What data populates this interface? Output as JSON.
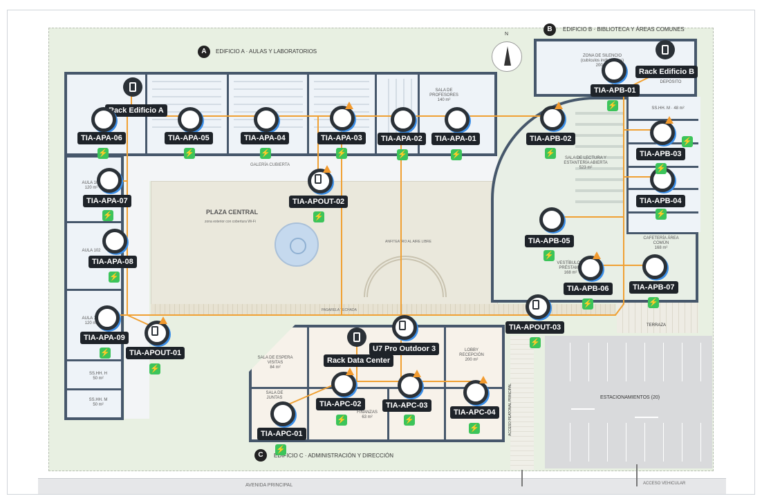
{
  "buildings": {
    "a": {
      "letter": "A",
      "title": "EDIFICIO A · AULAS Y LABORATORIOS"
    },
    "b": {
      "letter": "B",
      "title": "EDIFICIO B · BIBLIOTECA Y ÁREAS COMUNES"
    },
    "c": {
      "letter": "C",
      "title": "EDIFICIO C · ADMINISTRACIÓN Y DIRECCIÓN"
    }
  },
  "compass": "N",
  "rooms": {
    "sala_profesores": "SALA DE PROFESORES",
    "sala_profesores_area": "140 m²",
    "galeria": "GALERÍA CUBIERTA",
    "plaza": "PLAZA CENTRAL",
    "plaza_sub": "zona exterior con cobertura Wi-Fi",
    "anfiteatro": "ANFITEATRO AL AIRE LIBRE",
    "pasarela": "PASARELA TECHADA",
    "zona_silencio": "ZONA DE SILENCIO (cubículos individuales)",
    "zona_silencio_area": "200 m²",
    "deposito": "DEPÓSITO",
    "sala_lectura": "SALA DE LECTURA Y ESTANTERÍA ABIERTA",
    "sala_lectura_area": "523 m²",
    "cafeteria": "CAFETERÍA ÁREA COMÚN",
    "cafeteria_area": "168 m²",
    "vestibulo": "VESTÍBULO Y PRÉSTAMO",
    "vestibulo_area": "168 m²",
    "terraza": "TERRAZA",
    "sshh_m_b": "SS.HH. M · 48 m²",
    "aula101": "AULA 101",
    "aula101_area": "120 m²",
    "aula102": "AULA 102",
    "aula103": "AULA 103",
    "aula103_area": "120 m²",
    "sshh_h": "SS.HH. H",
    "sshh_h_area": "50 m²",
    "sshh_m": "SS.HH. M",
    "sshh_m_area": "50 m²",
    "sala_espera": "SALA DE ESPERA VISITAS",
    "sala_espera_area": "84 m²",
    "sala_juntas": "SALA DE JUNTAS",
    "finanzas": "FINANZAS",
    "finanzas_area": "63 m²",
    "lobby": "LOBBY RECEPCIÓN",
    "lobby_area": "200 m²",
    "estacionamientos": "ESTACIONAMIENTOS (20)",
    "acceso_peatonal": "ACCESO PEATONAL PRINCIPAL",
    "avenida": "AVENIDA PRINCIPAL",
    "acceso_vehicular": "ACCESO VEHICULAR"
  },
  "racks": [
    {
      "id": "rack-a",
      "label": "Rack Edificio A"
    },
    {
      "id": "rack-b",
      "label": "Rack Edificio B"
    },
    {
      "id": "rack-dc",
      "label": "Rack Data Center"
    }
  ],
  "outdoor_label": "U7 Pro Outdoor 3",
  "access_points": [
    {
      "id": "TIA-APA-06",
      "label": "TIA-APA-06",
      "warn": false
    },
    {
      "id": "TIA-APA-05",
      "label": "TIA-APA-05",
      "warn": false
    },
    {
      "id": "TIA-APA-04",
      "label": "TIA-APA-04",
      "warn": false
    },
    {
      "id": "TIA-APA-03",
      "label": "TIA-APA-03",
      "warn": true
    },
    {
      "id": "TIA-APA-02",
      "label": "TIA-APA-02",
      "warn": false
    },
    {
      "id": "TIA-APA-01",
      "label": "TIA-APA-01",
      "warn": false
    },
    {
      "id": "TIA-APB-01",
      "label": "TIA-APB-01",
      "warn": false
    },
    {
      "id": "TIA-APB-02",
      "label": "TIA-APB-02",
      "warn": true
    },
    {
      "id": "TIA-APB-03",
      "label": "TIA-APB-03",
      "warn": true
    },
    {
      "id": "TIA-APB-04",
      "label": "TIA-APB-04",
      "warn": false
    },
    {
      "id": "TIA-APB-05",
      "label": "TIA-APB-05",
      "warn": false
    },
    {
      "id": "TIA-APB-06",
      "label": "TIA-APB-06",
      "warn": true
    },
    {
      "id": "TIA-APB-07",
      "label": "TIA-APB-07",
      "warn": false
    },
    {
      "id": "TIA-APOUT-02",
      "label": "TIA-APOUT-02",
      "warn": true
    },
    {
      "id": "TIA-APOUT-03",
      "label": "TIA-APOUT-03",
      "warn": false
    },
    {
      "id": "TIA-APOUT-01",
      "label": "TIA-APOUT-01",
      "warn": true
    },
    {
      "id": "TIA-APA-07",
      "label": "TIA-APA-07",
      "warn": false
    },
    {
      "id": "TIA-APA-08",
      "label": "TIA-APA-08",
      "warn": false
    },
    {
      "id": "TIA-APA-09",
      "label": "TIA-APA-09",
      "warn": false
    },
    {
      "id": "TIA-APC-01",
      "label": "TIA-APC-01",
      "warn": false
    },
    {
      "id": "TIA-APC-02",
      "label": "TIA-APC-02",
      "warn": true
    },
    {
      "id": "TIA-APC-03",
      "label": "TIA-APC-03",
      "warn": true
    },
    {
      "id": "TIA-APC-04",
      "label": "TIA-APC-04",
      "warn": true
    }
  ],
  "colors": {
    "cable": "#f0a032",
    "wall": "#46576b",
    "poe": "#3cc45a",
    "label_bg": "#1e2329",
    "ap_ring": "#3a8ee8"
  }
}
